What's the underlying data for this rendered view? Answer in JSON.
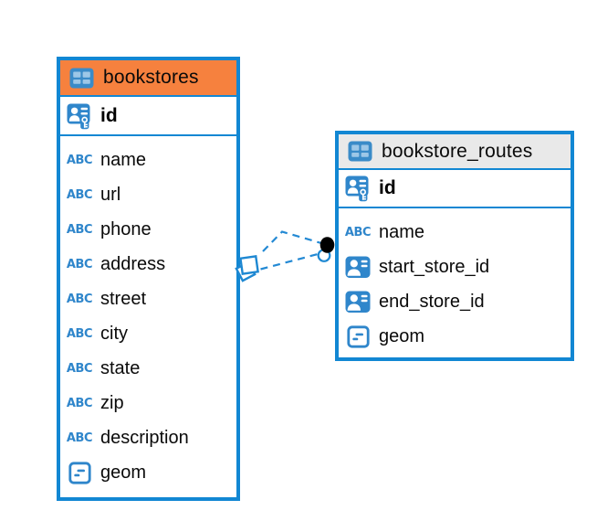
{
  "diagram": {
    "colors": {
      "table_border_blue": "#1287d3",
      "selected_header_orange": "#f6813e",
      "default_header_gray": "#e9e9e9",
      "icon_blue": "#2f86cb",
      "relationship_line_blue": "#2389d4",
      "relationship_dot_black": "#000000",
      "background": "#ffffff"
    },
    "icons": {
      "text_type_glyph": "ABC"
    },
    "tables": [
      {
        "name": "bookstores",
        "selected": true,
        "key_column": {
          "label": "id",
          "icon": "person-key-icon"
        },
        "columns": [
          {
            "label": "name",
            "icon": "text-icon"
          },
          {
            "label": "url",
            "icon": "text-icon"
          },
          {
            "label": "phone",
            "icon": "text-icon"
          },
          {
            "label": "address",
            "icon": "text-icon"
          },
          {
            "label": "street",
            "icon": "text-icon"
          },
          {
            "label": "city",
            "icon": "text-icon"
          },
          {
            "label": "state",
            "icon": "text-icon"
          },
          {
            "label": "zip",
            "icon": "text-icon"
          },
          {
            "label": "description",
            "icon": "text-icon"
          },
          {
            "label": "geom",
            "icon": "object-icon"
          }
        ]
      },
      {
        "name": "bookstore_routes",
        "selected": false,
        "key_column": {
          "label": "id",
          "icon": "person-key-icon"
        },
        "columns": [
          {
            "label": "name",
            "icon": "text-icon"
          },
          {
            "label": "start_store_id",
            "icon": "person-icon"
          },
          {
            "label": "end_store_id",
            "icon": "person-icon"
          },
          {
            "label": "geom",
            "icon": "object-icon"
          }
        ]
      }
    ],
    "relationships": [
      {
        "from_table": "bookstores",
        "to_table": "bookstore_routes",
        "line_style": "dashed",
        "from_marker": "stacked-squares",
        "to_marker": "filled-dot",
        "line_count": 2
      }
    ]
  }
}
